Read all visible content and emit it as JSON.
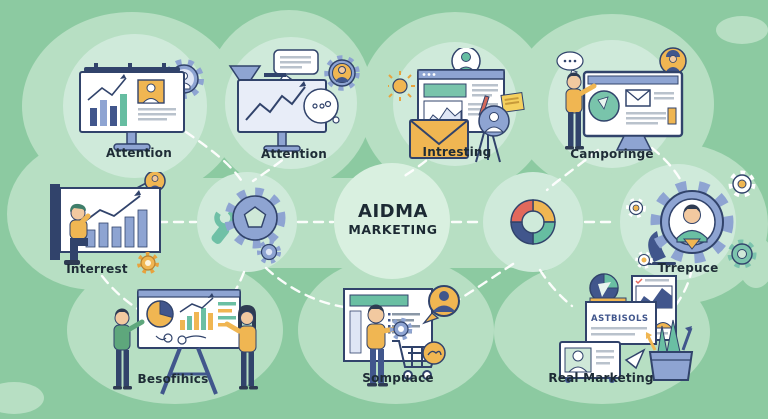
{
  "center": {
    "title_line1": "AIDMA",
    "title_line2": "MARKETING"
  },
  "nodes": {
    "attention1": {
      "label": "Attention"
    },
    "attention2": {
      "label": "Attention"
    },
    "intresting": {
      "label": "Intresting"
    },
    "camporinge": {
      "label": "Camporinge"
    },
    "interrest": {
      "label": "Interrest"
    },
    "trrepuce": {
      "label": "Trrepuce"
    },
    "besofihics": {
      "label": "Besofihics"
    },
    "sompuace": {
      "label": "Sompuace"
    },
    "real_marketing": {
      "label": "Real Marketing"
    }
  },
  "artifacts": {
    "document_label": "ASTBISOLS"
  },
  "donut": {
    "type": "pie",
    "slices": [
      {
        "name": "top-left",
        "color": "#e2695c",
        "value": 25
      },
      {
        "name": "top-right",
        "color": "#f0b652",
        "value": 25
      },
      {
        "name": "bottom-right",
        "color": "#66bda1",
        "value": 25
      },
      {
        "name": "bottom-left",
        "color": "#41568c",
        "value": 25
      }
    ]
  },
  "colors": {
    "background": "#8ccaa1",
    "blob": "#b7dfc3",
    "halo": "#cfeada",
    "center_circle": "#d9f0e0",
    "outline_navy": "#31436b",
    "slate_blue": "#8ea4d2",
    "yellow": "#f0b652",
    "teal": "#66bda1",
    "salmon": "#e2695c",
    "label_text": "#1e2c36"
  }
}
